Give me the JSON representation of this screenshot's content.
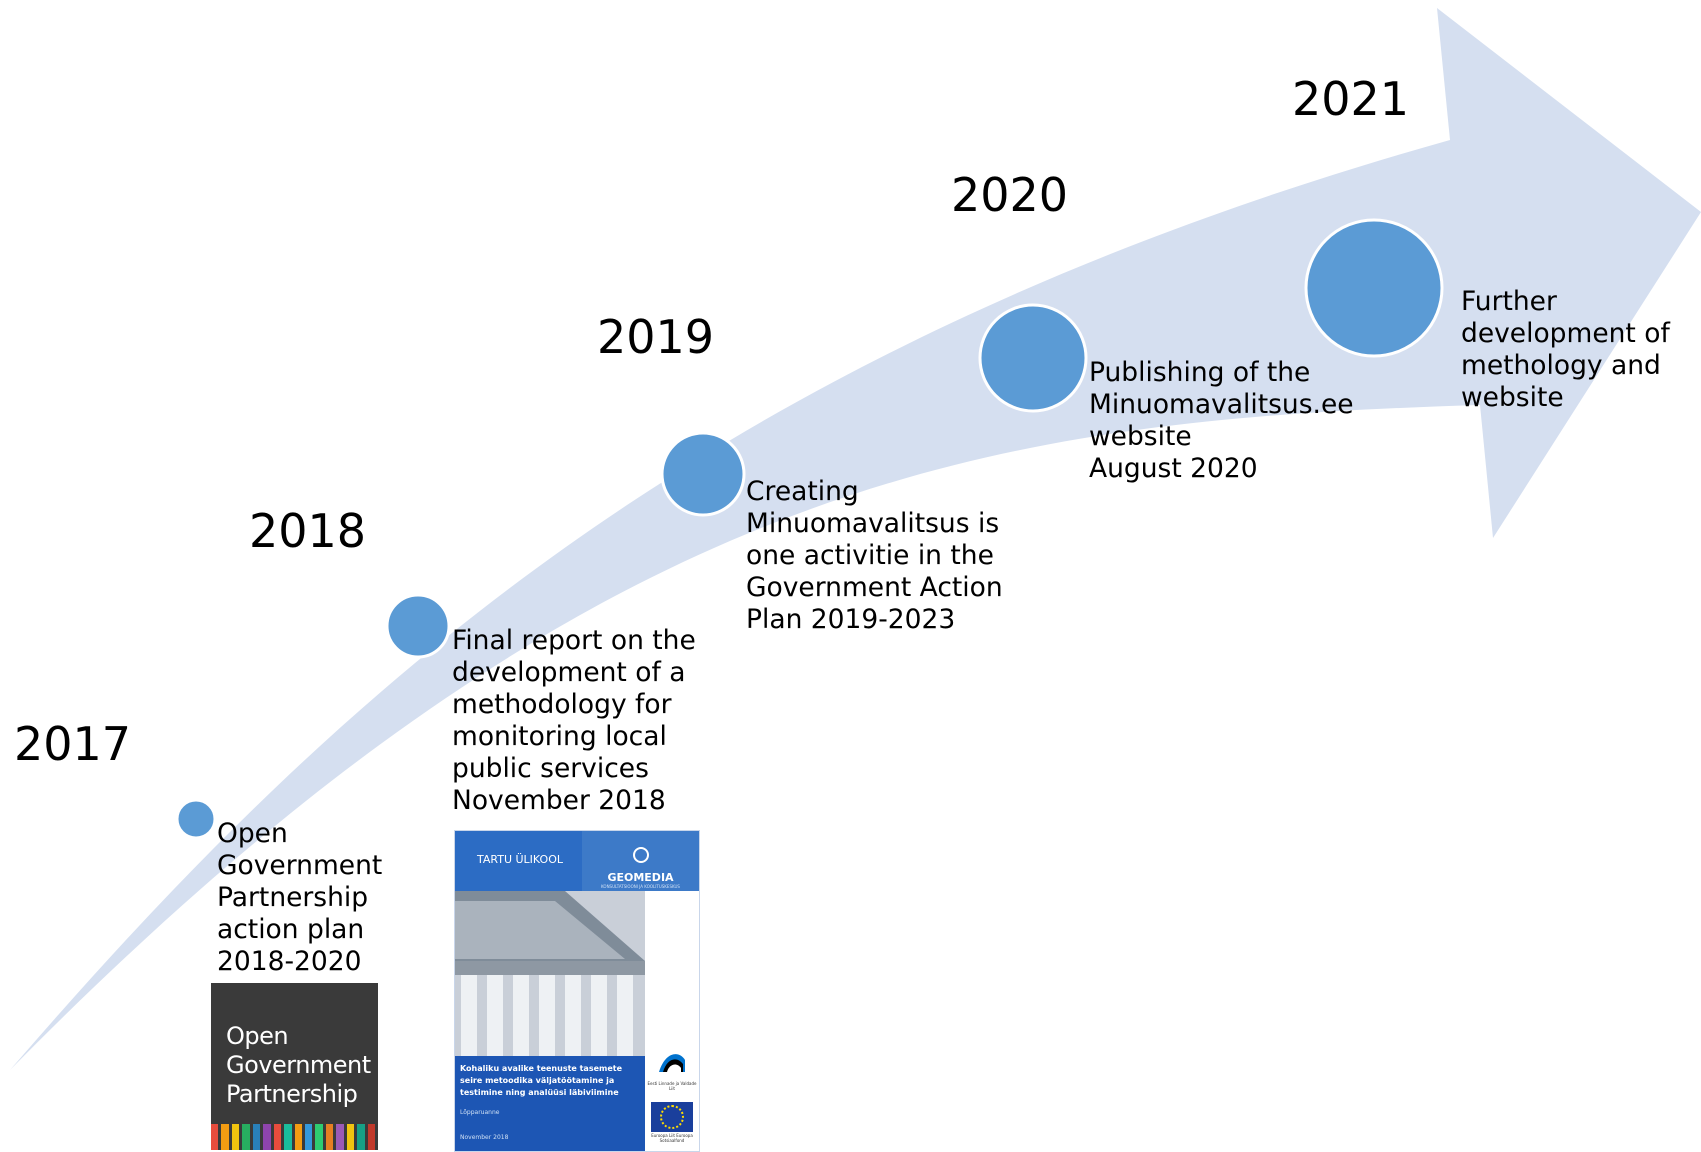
{
  "years": [
    "2017",
    "2018",
    "2019",
    "2020",
    "2021"
  ],
  "events": [
    {
      "lines": [
        "Open",
        "Government",
        "Partnership",
        "action plan",
        "2018-2020"
      ]
    },
    {
      "lines": [
        "Final report on the",
        "development of a",
        "methodology for",
        "monitoring local",
        "public services",
        "November 2018"
      ]
    },
    {
      "lines": [
        "Creating",
        "Minuomavalitsus is",
        "one activitie in the",
        "Government Action",
        "Plan 2019-2023"
      ]
    },
    {
      "lines": [
        "Publishing of the",
        "Minuomavalitsus.ee",
        "website",
        "August 2020"
      ]
    },
    {
      "lines": [
        "Further",
        "development of",
        "methology and",
        "website"
      ]
    }
  ],
  "ogp_logo": {
    "lines": [
      "Open",
      "Government",
      "Partnership"
    ],
    "stripe_colors": [
      "#e84c3d",
      "#f39c12",
      "#f1c40f",
      "#27ae60",
      "#2980b9",
      "#8e44ad",
      "#e84c3d",
      "#1abc9c",
      "#f39c12",
      "#3498db",
      "#2ecc71",
      "#e67e22",
      "#9b59b6",
      "#f1c40f",
      "#16a085",
      "#c0392b"
    ]
  },
  "report_cover": {
    "university": "TARTU ÜLIKOOL",
    "partner": "GEOMEDIA",
    "partner_tagline": "KONSULTATSIOONI JA KOOLITUSKESKUS",
    "title": "Kohaliku avalike teenuste tasemete seire metoodika väljatöötamine ja testimine ning analüüsi läbiviimine",
    "subtitle": "Lõpparuanne",
    "date": "November 2018",
    "estonia_text": "Eesti Linnade ja Valdade Liit",
    "eu_text": "Euroopa Liit Euroopa Sotsiaalfond"
  },
  "colors": {
    "arrow": "#d5dff0",
    "node": "#5b9bd5",
    "node_border": "#ffffff",
    "cover_blue": "#1d56b4"
  }
}
